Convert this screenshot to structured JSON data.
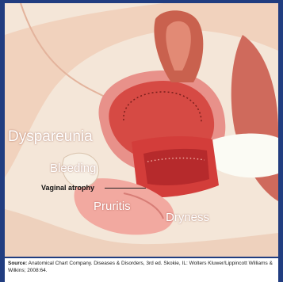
{
  "labels": {
    "dyspareunia": "Dyspareunia",
    "bleeding": "Bleeding",
    "vaginal_atrophy": "Vaginal atrophy",
    "pruritis": "Pruritis",
    "dryness": "Dryness"
  },
  "source": {
    "prefix": "Source:",
    "line": "Anatomical Chart Company. Diseases & Disorders, 3rd ed. Skokie, IL: Wolters Kluwer/Lippincott Williams & Wilkins; 2008:64."
  },
  "colors": {
    "background": "#213d80",
    "tissue_red": "#d2453f",
    "tissue_pink": "#f0a89c",
    "skin": "#f3e3d3"
  }
}
